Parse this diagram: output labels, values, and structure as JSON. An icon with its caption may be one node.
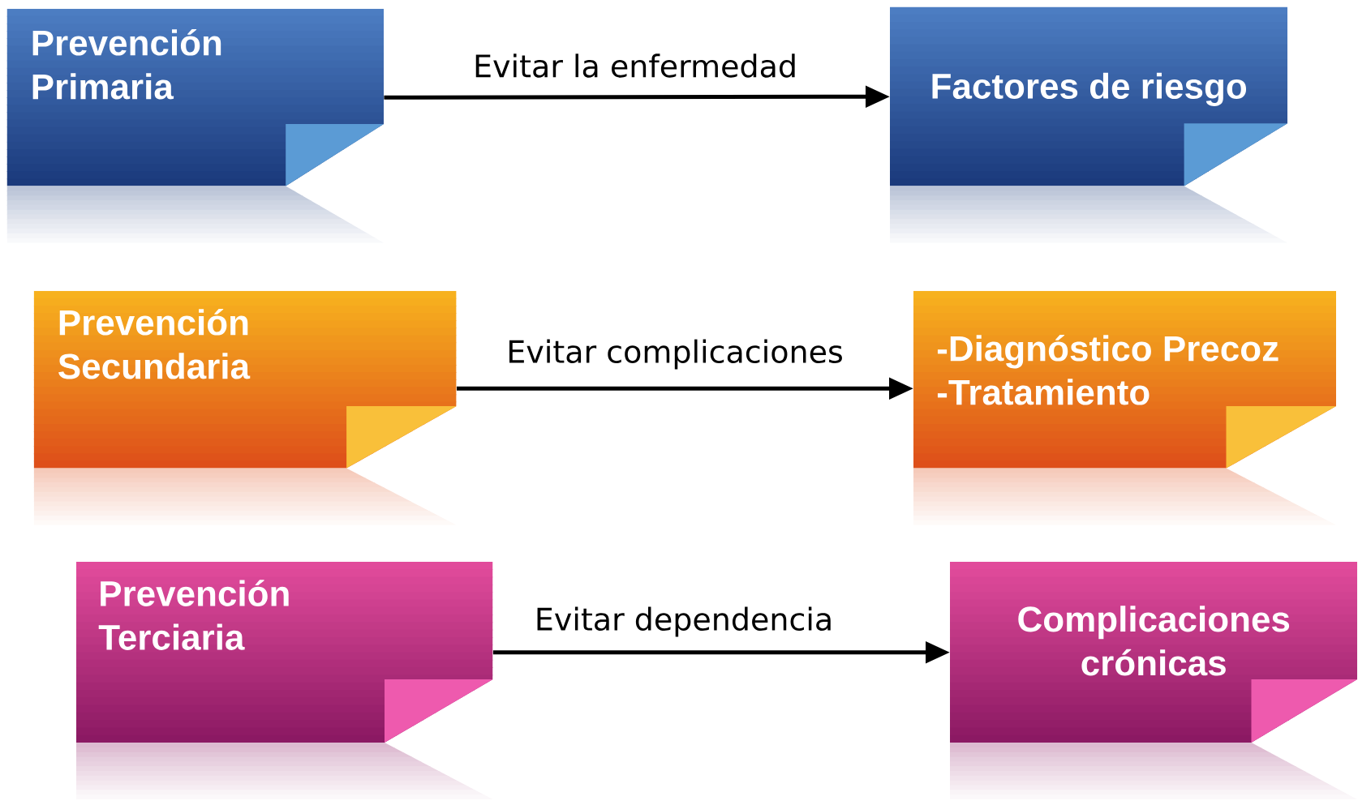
{
  "diagram": {
    "nodes": [
      {
        "text": [
          "Prevención Primaria"
        ]
      },
      {
        "text": [
          "Factores de riesgo"
        ]
      },
      {
        "text": [
          "Prevención Secundaria"
        ]
      },
      {
        "text": [
          "-Diagnóstico Precoz",
          "-Tratamiento"
        ]
      },
      {
        "text": [
          "Prevención Terciaria"
        ]
      },
      {
        "text": [
          "Complicaciones crónicas"
        ]
      }
    ],
    "edges": [
      {
        "from": 0,
        "to": 1,
        "arrow": "to",
        "label": "Evitar la enfermedad"
      },
      {
        "from": 2,
        "to": 3,
        "arrow": "to",
        "label": "Evitar complicaciones"
      },
      {
        "from": 4,
        "to": 5,
        "arrow": "to",
        "label": "Evitar dependencia"
      }
    ]
  }
}
